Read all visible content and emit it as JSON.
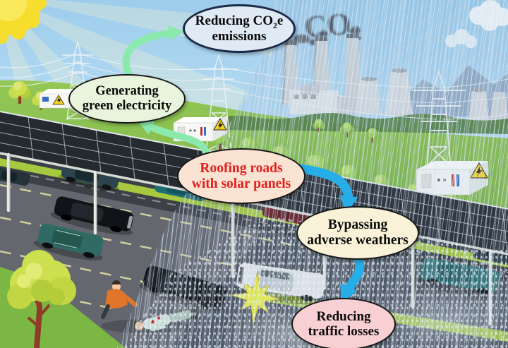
{
  "callouts": {
    "reducing_co2e": {
      "line1_pre": "Reducing CO",
      "line1_sub": "2",
      "line1_post": "e",
      "line2": "emissions",
      "bg": "#e0eaf4",
      "border": "#1c2a49",
      "text_color": "#0a0a0a"
    },
    "generating_green": {
      "line1": "Generating",
      "line2": "green electricity",
      "bg": "#e9f4dc",
      "border": "#171717",
      "text_color": "#0a0a0a"
    },
    "roofing_roads": {
      "line1": "Roofing roads",
      "line2": "with solar panels",
      "bg": "#fbe3d4",
      "border": "#171717",
      "text_color": "#e2201d"
    },
    "bypassing_weathers": {
      "line1": "Bypassing",
      "line2": "adverse weathers",
      "bg": "#f9f2d8",
      "border": "#171717",
      "text_color": "#0a0a0a"
    },
    "reducing_traffic": {
      "line1": "Reducing",
      "line2": "traffic losses",
      "bg": "#f8d0d4",
      "border": "#171717",
      "text_color": "#0a0a0a"
    }
  },
  "smoke": {
    "pre": "CO",
    "sub": "2"
  },
  "colors": {
    "arrow_green": "#8ce9ad",
    "arrow_blue": "#27aee8",
    "callout_red_text": "#e2201d",
    "sky": "#a3d0ec",
    "grass": "#83bd4c",
    "road": "#5a5e64",
    "solar_panel": "#252a31",
    "sun": "#f6dd2e",
    "warning_triangle": "#f6d21f",
    "crash_star": "#eef041",
    "rain_tint": "#7896b9"
  },
  "icons": {
    "sun": "radial-blob-shape",
    "rain": "diagonal-streak-pattern",
    "high_voltage_warning": "yellow-triangle-lightning",
    "crash": "yellow-starburst"
  }
}
